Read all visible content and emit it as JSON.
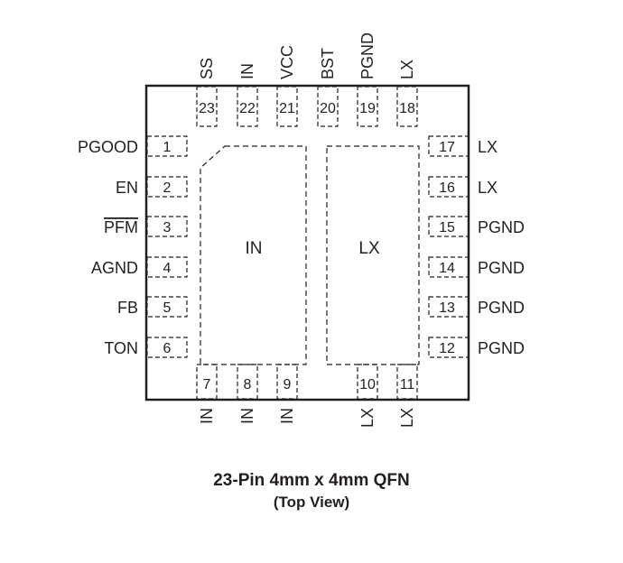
{
  "package": {
    "title": "23-Pin 4mm x 4mm QFN",
    "view": "(Top View)"
  },
  "pads": {
    "in": "IN",
    "lx": "LX"
  },
  "pins": {
    "left": [
      {
        "num": "1",
        "name": "PGOOD"
      },
      {
        "num": "2",
        "name": "EN"
      },
      {
        "num": "3",
        "name": "PFM",
        "overbar": true
      },
      {
        "num": "4",
        "name": "AGND"
      },
      {
        "num": "5",
        "name": "FB"
      },
      {
        "num": "6",
        "name": "TON"
      }
    ],
    "bottom": [
      {
        "num": "7",
        "name": "IN"
      },
      {
        "num": "8",
        "name": "IN"
      },
      {
        "num": "9",
        "name": "IN"
      },
      {
        "num": "10",
        "name": "LX"
      },
      {
        "num": "11",
        "name": "LX"
      }
    ],
    "right": [
      {
        "num": "12",
        "name": "PGND"
      },
      {
        "num": "13",
        "name": "PGND"
      },
      {
        "num": "14",
        "name": "PGND"
      },
      {
        "num": "15",
        "name": "PGND"
      },
      {
        "num": "16",
        "name": "LX"
      },
      {
        "num": "17",
        "name": "LX"
      }
    ],
    "top": [
      {
        "num": "18",
        "name": "LX"
      },
      {
        "num": "19",
        "name": "PGND"
      },
      {
        "num": "20",
        "name": "BST"
      },
      {
        "num": "21",
        "name": "VCC"
      },
      {
        "num": "22",
        "name": "IN"
      },
      {
        "num": "23",
        "name": "SS"
      }
    ]
  }
}
